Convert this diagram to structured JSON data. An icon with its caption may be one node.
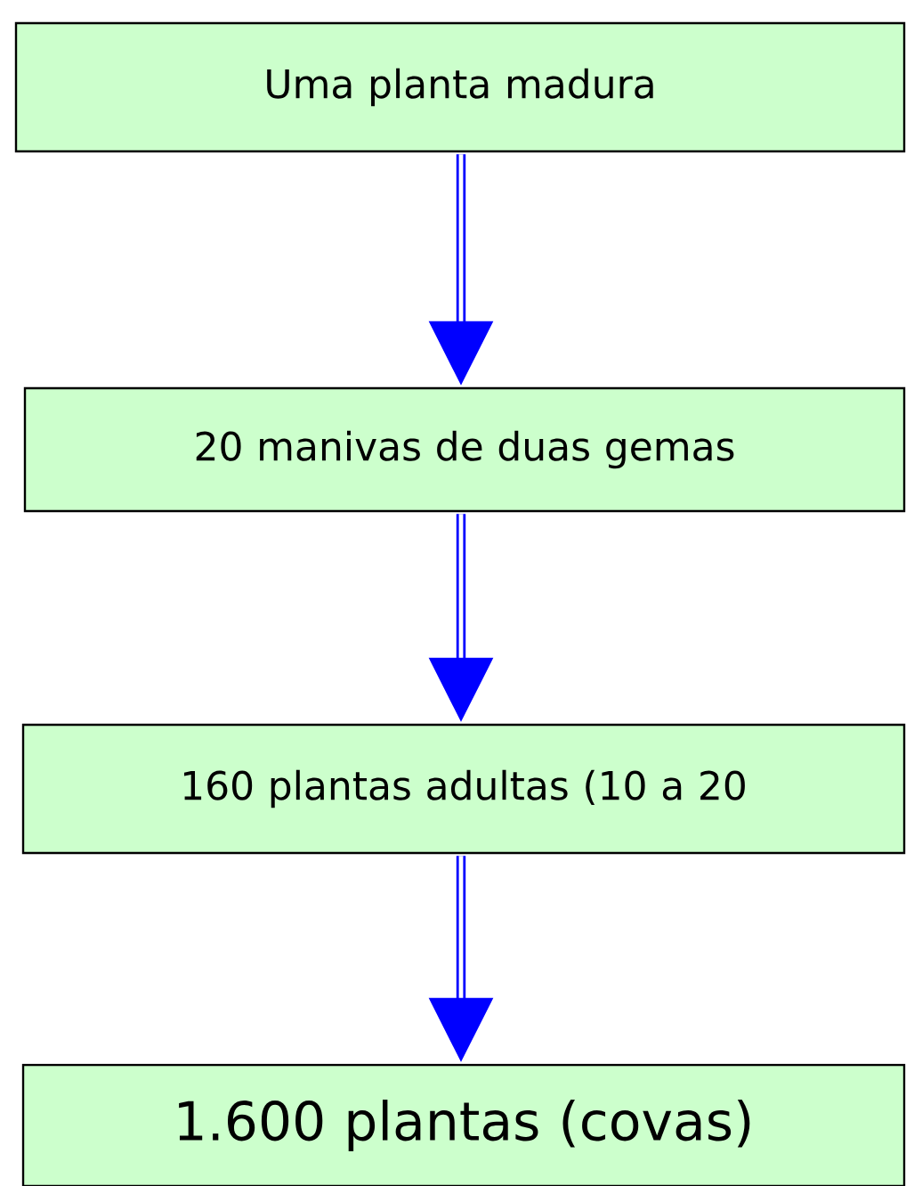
{
  "diagram": {
    "nodes": [
      {
        "text": [
          "Uma planta madura"
        ]
      },
      {
        "text": [
          "20 manivas de duas gemas"
        ]
      },
      {
        "text": [
          "160 plantas adultas (10 a 20"
        ]
      },
      {
        "text": [
          "1.600 plantas (covas)"
        ]
      }
    ],
    "edges": [
      {
        "from": 0,
        "to": 1,
        "arrow": "to"
      },
      {
        "from": 1,
        "to": 2,
        "arrow": "to"
      },
      {
        "from": 2,
        "to": 3,
        "arrow": "to"
      }
    ]
  }
}
